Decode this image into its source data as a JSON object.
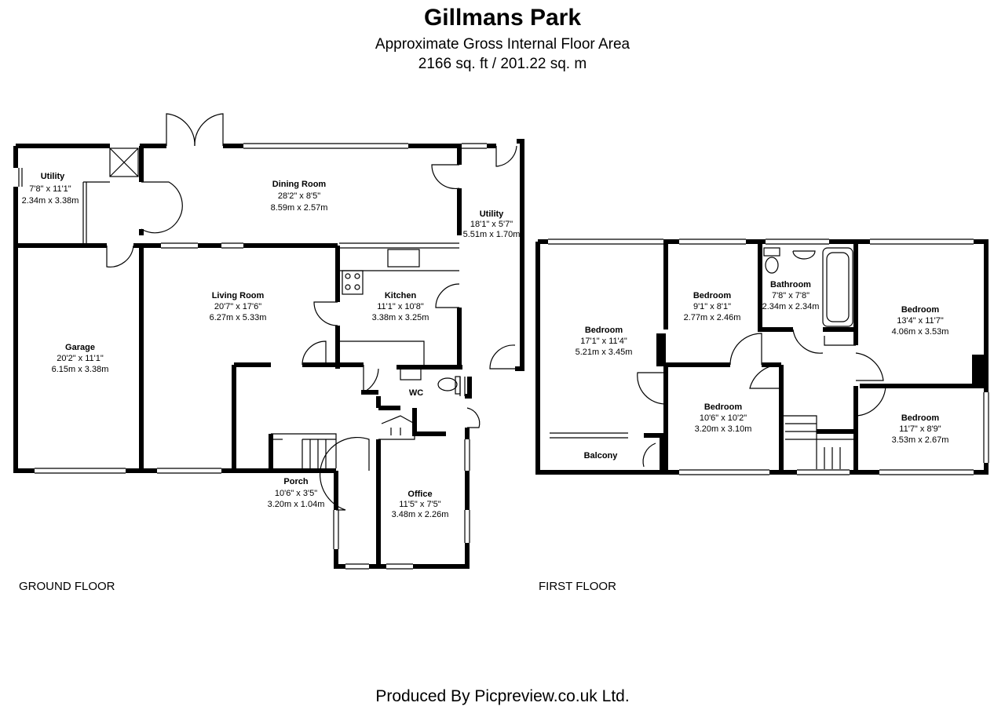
{
  "header": {
    "title": "Gillmans Park",
    "subtitle": "Approximate Gross Internal Floor Area",
    "area": "2166 sq. ft / 201.22 sq. m"
  },
  "floors": {
    "ground": "GROUND FLOOR",
    "first": "FIRST FLOOR"
  },
  "rooms": {
    "utility_left": {
      "name": "Utility",
      "imperial": "7'8\" x 11'1\"",
      "metric": "2.34m x 3.38m"
    },
    "dining": {
      "name": "Dining Room",
      "imperial": "28'2\" x 8'5\"",
      "metric": "8.59m x 2.57m"
    },
    "utility_right": {
      "name": "Utility",
      "imperial": "18'1\" x 5'7\"",
      "metric": "5.51m x 1.70m"
    },
    "living": {
      "name": "Living Room",
      "imperial": "20'7\" x 17'6\"",
      "metric": "6.27m x 5.33m"
    },
    "kitchen": {
      "name": "Kitchen",
      "imperial": "11'1\" x 10'8\"",
      "metric": "3.38m x 3.25m"
    },
    "garage": {
      "name": "Garage",
      "imperial": "20'2\" x 11'1\"",
      "metric": "6.15m x 3.38m"
    },
    "wc": {
      "name": "WC"
    },
    "porch": {
      "name": "Porch",
      "imperial": "10'6\" x 3'5\"",
      "metric": "3.20m x 1.04m"
    },
    "office": {
      "name": "Office",
      "imperial": "11'5\" x 7'5\"",
      "metric": "3.48m x 2.26m"
    },
    "bedroom1": {
      "name": "Bedroom",
      "imperial": "17'1\" x 11'4\"",
      "metric": "5.21m x 3.45m"
    },
    "bedroom2": {
      "name": "Bedroom",
      "imperial": "9'1\" x 8'1\"",
      "metric": "2.77m x 2.46m"
    },
    "bathroom": {
      "name": "Bathroom",
      "imperial": "7'8\" x 7'8\"",
      "metric": "2.34m x 2.34m"
    },
    "bedroom3": {
      "name": "Bedroom",
      "imperial": "13'4\" x 11'7\"",
      "metric": "4.06m x 3.53m"
    },
    "bedroom4": {
      "name": "Bedroom",
      "imperial": "10'6\" x 10'2\"",
      "metric": "3.20m x 3.10m"
    },
    "bedroom5": {
      "name": "Bedroom",
      "imperial": "11'7\" x 8'9\"",
      "metric": "3.53m x 2.67m"
    },
    "balcony": {
      "name": "Balcony"
    }
  },
  "footer": "Produced By Picpreview.co.uk Ltd."
}
